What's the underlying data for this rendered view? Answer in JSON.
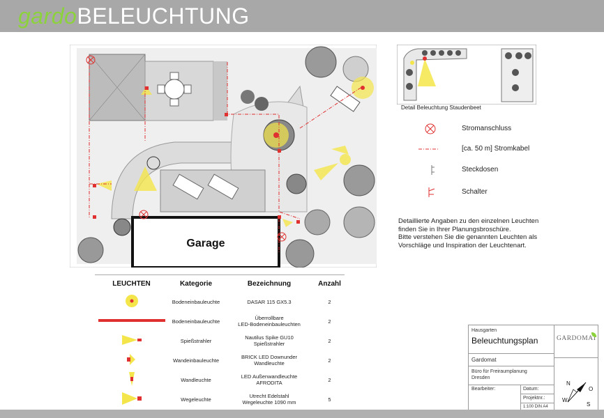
{
  "header": {
    "brand_prefix": "gardo",
    "brand_suffix": "BELEUCHTUNG"
  },
  "plan": {
    "garage_label": "Garage"
  },
  "detail": {
    "caption": "Detail Beleuchtung Staudenbeet"
  },
  "legend": {
    "power_connection": "Stromanschluss",
    "power_cable": "[ca. 50 m] Stromkabel",
    "sockets": "Steckdosen",
    "switch": "Schalter"
  },
  "note": {
    "line1": "Detaillierte Angaben zu den einzelnen Leuchten",
    "line2": "finden Sie in Ihrer Planungsbroschüre.",
    "line3": "Bitte verstehen Sie die genannten Leuchten als",
    "line4": "Vorschläge und Inspiration der Leuchtenart."
  },
  "lamp_table": {
    "headers": [
      "LEUCHTEN",
      "Kategorie",
      "Bezeichnung",
      "Anzahl"
    ],
    "rows": [
      {
        "kategorie": "Bodeneinbauleuchte",
        "bezeichnung_1": "DASAR 115 GX5.3",
        "bezeichnung_2": "",
        "anzahl": "2"
      },
      {
        "kategorie": "Bodeneinbauleuchte",
        "bezeichnung_1": "Überrollbare",
        "bezeichnung_2": "LED-Bodeneinbauleuchten",
        "anzahl": "2"
      },
      {
        "kategorie": "Spießstrahler",
        "bezeichnung_1": "Nautilus Spike GU10",
        "bezeichnung_2": "Spießstrahler",
        "anzahl": "2"
      },
      {
        "kategorie": "Wandeinbauleuchte",
        "bezeichnung_1": "BRICK LED Downunder",
        "bezeichnung_2": "Wandleuchte",
        "anzahl": "2"
      },
      {
        "kategorie": "Wandleuchte",
        "bezeichnung_1": "LED Außenwandleuchte",
        "bezeichnung_2": "AFRODITA",
        "anzahl": "2"
      },
      {
        "kategorie": "Wegeleuchte",
        "bezeichnung_1": "Utrecht Edelstahl",
        "bezeichnung_2": "Wegeleuchte 1090 mm",
        "anzahl": "5"
      }
    ]
  },
  "title_block": {
    "project": "Hausgarten",
    "title": "Beleuchtungsplan",
    "company": "Gardomat",
    "office_1": "Büro für Freiraumplanung",
    "office_2": "Dresden",
    "bearbeiter": "Bearbeiter:",
    "datum": "Datum:",
    "projektnr": "Projektnr.:",
    "scale": "1:100 DIN A4",
    "logo": "GARDOMAT"
  },
  "compass": {
    "n": "N",
    "o": "O",
    "s": "S",
    "w": "W"
  },
  "colors": {
    "accent_green": "#8cd23c",
    "lamp_yellow": "#f4e64a",
    "cable_red": "#e03030"
  }
}
